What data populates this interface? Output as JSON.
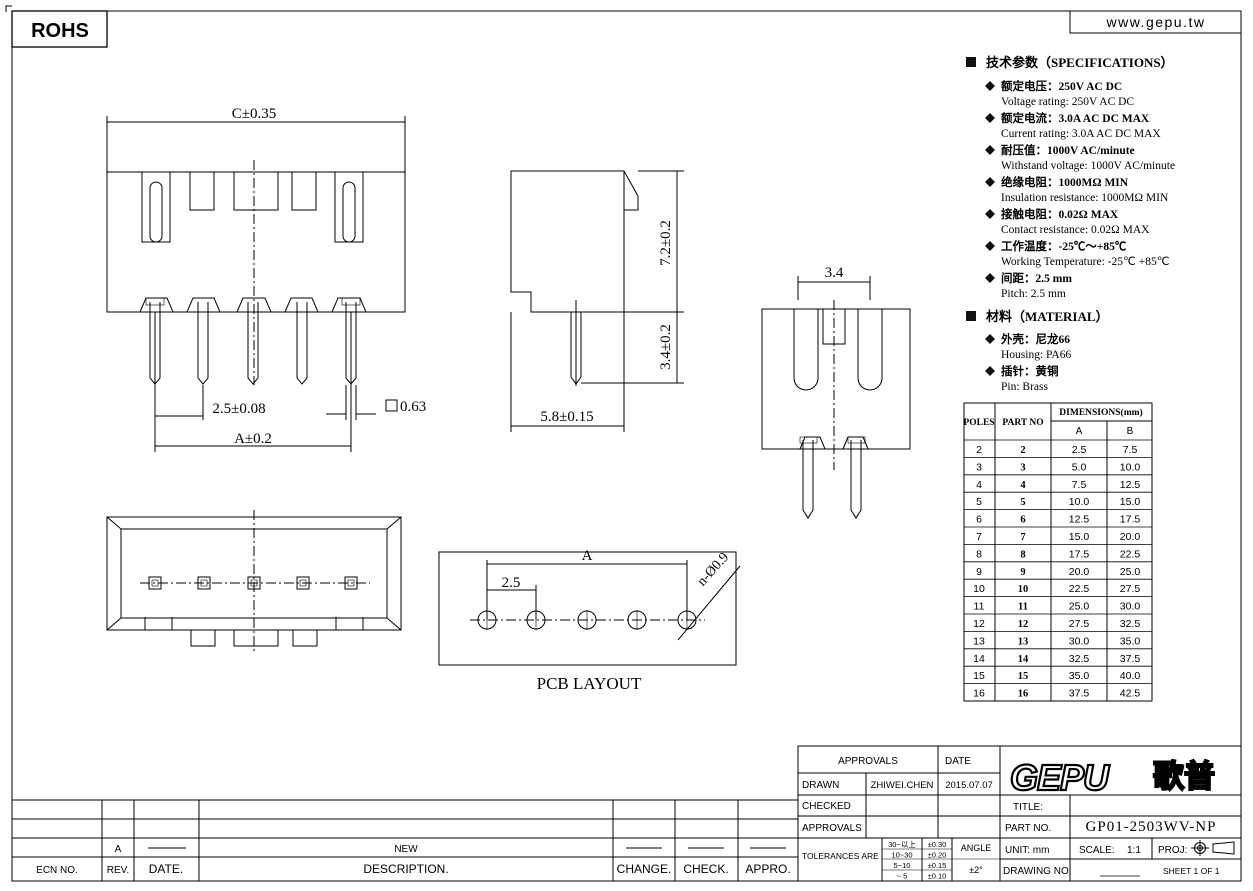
{
  "header": {
    "rohs": "ROHS",
    "website": "www.gepu.tw"
  },
  "specs": {
    "title": "技术参数（SPECIFICATIONS）",
    "items": [
      {
        "zh": "额定电压：250V AC DC",
        "en": "Voltage rating: 250V AC DC"
      },
      {
        "zh": "额定电流：3.0A AC DC   MAX",
        "en": "Current rating: 3.0A  AC DC  MAX"
      },
      {
        "zh": "耐压值：1000V AC/minute",
        "en": "Withstand voltage: 1000V AC/minute"
      },
      {
        "zh": "绝缘电阻：1000MΩ  MIN",
        "en": "Insulation resistance: 1000MΩ  MIN"
      },
      {
        "zh": "接触电阻：0.02Ω  MAX",
        "en": "Contact resistance:   0.02Ω  MAX"
      },
      {
        "zh": "工作温度：-25℃～+85℃",
        "en": "Working Temperature: -25℃  +85℃"
      },
      {
        "zh": "间距：2.5 mm",
        "en": "Pitch: 2.5 mm"
      }
    ]
  },
  "material": {
    "title": "材料（MATERIAL）",
    "items": [
      {
        "zh": "外壳：尼龙66",
        "en": "Housing:   PA66"
      },
      {
        "zh": "插针：黄铜",
        "en": "Pin: Brass"
      }
    ]
  },
  "dim_table": {
    "headers": {
      "poles": "POLES",
      "part_no": "PART NO",
      "dimensions": "DIMENSIONS(mm)",
      "a": "A",
      "b": "B"
    },
    "rows": [
      [
        "2",
        "2",
        "2.5",
        "7.5"
      ],
      [
        "3",
        "3",
        "5.0",
        "10.0"
      ],
      [
        "4",
        "4",
        "7.5",
        "12.5"
      ],
      [
        "5",
        "5",
        "10.0",
        "15.0"
      ],
      [
        "6",
        "6",
        "12.5",
        "17.5"
      ],
      [
        "7",
        "7",
        "15.0",
        "20.0"
      ],
      [
        "8",
        "8",
        "17.5",
        "22.5"
      ],
      [
        "9",
        "9",
        "20.0",
        "25.0"
      ],
      [
        "10",
        "10",
        "22.5",
        "27.5"
      ],
      [
        "11",
        "11",
        "25.0",
        "30.0"
      ],
      [
        "12",
        "12",
        "27.5",
        "32.5"
      ],
      [
        "13",
        "13",
        "30.0",
        "35.0"
      ],
      [
        "14",
        "14",
        "32.5",
        "37.5"
      ],
      [
        "15",
        "15",
        "35.0",
        "40.0"
      ],
      [
        "16",
        "16",
        "37.5",
        "42.5"
      ]
    ]
  },
  "drawing_labels": {
    "c_dim": "C±0.35",
    "pitch_dim": "2.5±0.08",
    "a_dim": "A±0.2",
    "pin_sq": "0.63",
    "h1": "7.2±0.2",
    "h2": "3.4±0.2",
    "depth": "5.8±0.15",
    "end_w": "3.4",
    "pcb_a": "A",
    "pcb_pitch": "2.5",
    "pcb_hole": "n-Ø0.9",
    "pcb_title": "PCB LAYOUT"
  },
  "title_block": {
    "approvals": "APPROVALS",
    "date": "DATE",
    "drawn": "DRAWN",
    "drawn_by": "ZHIWEI.CHEN",
    "drawn_date": "2015.07.07",
    "checked": "CHECKED",
    "approvals2": "APPROVALS",
    "tolerances": "TOLERANCES  ARE",
    "tol_rows": [
      [
        "30~以上",
        "±0.30"
      ],
      [
        "10~30",
        "±0.20"
      ],
      [
        "5~10",
        "±0.15"
      ],
      [
        "~ 5",
        "±0.10"
      ]
    ],
    "angle": "ANGLE",
    "angle_val": "±2°",
    "logo": "GEPU",
    "logo_zh": "歌普",
    "title_label": "TITLE:",
    "part_label": "PART  NO.",
    "part_no": "GP01-2503WV-NP",
    "unit_label": "UNIT:  mm",
    "scale_label": "SCALE:",
    "scale_val": "1:1",
    "proj_label": "PROJ:",
    "drawing_label": "DRAWING  NO.",
    "sheet": "SHEET   1  OF  1"
  },
  "revision": {
    "rev_val": "A",
    "desc_val": "NEW",
    "ecn": "ECN  NO.",
    "rev": "REV.",
    "date": "DATE.",
    "desc": "DESCRIPTION.",
    "change": "CHANGE.",
    "check": "CHECK.",
    "appro": "APPRO."
  }
}
